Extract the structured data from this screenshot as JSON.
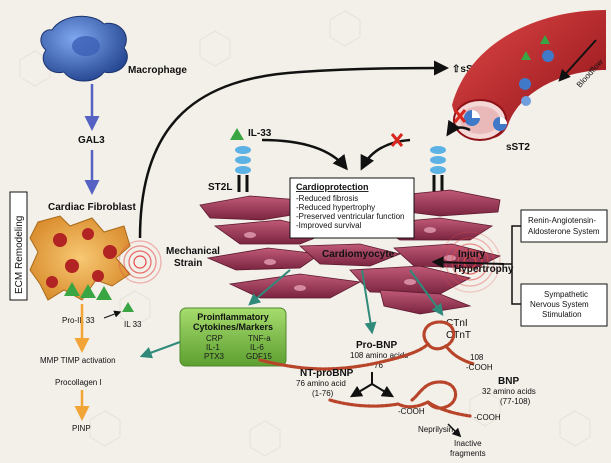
{
  "macrophage": "Macrophage",
  "gal3": "GAL3",
  "cardiac_fibroblast": "Cardiac Fibroblast",
  "ecm_remodeling": "ECM Remodeling",
  "mechanical_strain": [
    "Mechanical",
    "Strain"
  ],
  "pro_il33": "Pro-IL 33",
  "il33_small": "IL 33",
  "mmp_timp": "MMP TIMP activation",
  "procollagen": "Procollagen I",
  "pinp": "PINP",
  "ssst2_up": "⇧sST2",
  "ssst2": "sST2",
  "bloodflow": "Bloodflow",
  "il33": "IL-33",
  "st2l": "ST2L",
  "cardioprotection": {
    "title": "Cardioprotection",
    "items": [
      "-Reduced fibrosis",
      "-Reduced hypertrophy",
      "-Preserved ventricular function",
      "-Improved survival"
    ]
  },
  "cardiomyocyte": "Cardiomyocyte",
  "injury": "Injury",
  "hypertrophy": "Hypertrophy",
  "raas": [
    "Renin-Angiotensin-",
    "Aldosterone System"
  ],
  "sns": [
    "Sympathetic",
    "Nervous System",
    "Stimulation"
  ],
  "proinflammatory": {
    "title": [
      "Proinflammatory",
      "Cytokines/Markers"
    ],
    "col1": [
      "CRP",
      "IL-1",
      "PTX3"
    ],
    "col2": [
      "TNF-a",
      "IL-6",
      "GDF15"
    ]
  },
  "pro_bnp": {
    "name": "Pro-BNP",
    "detail": "108 amino acids",
    "num": "76"
  },
  "nt_probnp": {
    "name": "NT-proBNP",
    "detail": "76 amino acid",
    "range": "(1-76)"
  },
  "bnp": {
    "name": "BNP",
    "detail": "32 amino acids",
    "range": "(77-108)"
  },
  "cooh_108": [
    "108",
    "-COOH"
  ],
  "cooh_a": "-COOH",
  "cooh_b": "-COOH",
  "neprilysin": "Neprilysin",
  "inactive": [
    "Inactive",
    "fragments"
  ],
  "ctni": "CTnI",
  "ctnt": "CTnT",
  "colors": {
    "blue_arrow": "#5662c2",
    "orange_arrow": "#f2a436",
    "teal_arrow": "#2f8a7a",
    "green_box": "#7cbf4a",
    "cell": "#9a3a55",
    "vessel": "#b81e22"
  }
}
